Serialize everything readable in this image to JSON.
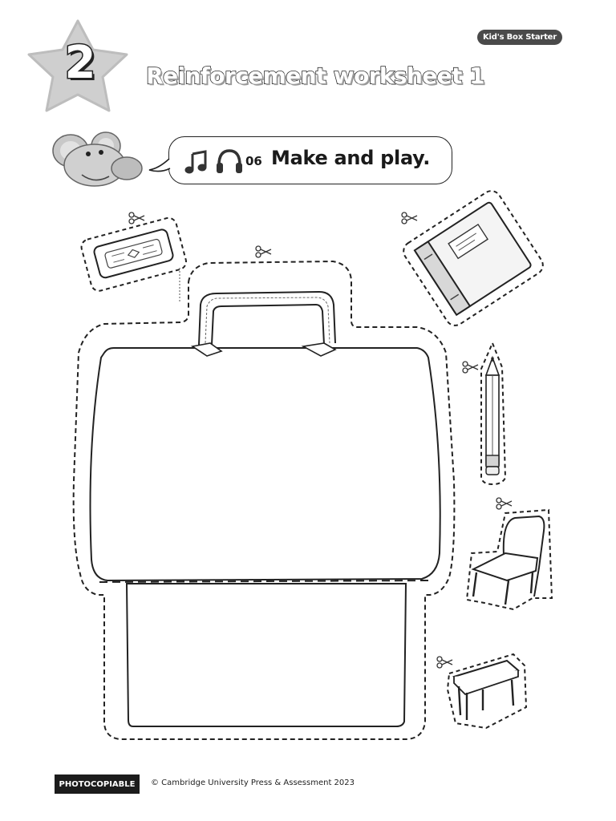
{
  "header": {
    "series_badge": "Kid's Box Starter",
    "unit_number": "2",
    "title": "Reinforcement worksheet 1"
  },
  "instruction": {
    "track_number": "06",
    "text": "Make and play.",
    "icons": [
      "music-note-icon",
      "headphones-icon"
    ]
  },
  "cutouts": [
    "schoolbag",
    "rubber",
    "book",
    "pencil",
    "chair",
    "desk"
  ],
  "footer": {
    "label": "PHOTOCOPIABLE",
    "copyright": "© Cambridge University Press & Assessment 2023"
  }
}
